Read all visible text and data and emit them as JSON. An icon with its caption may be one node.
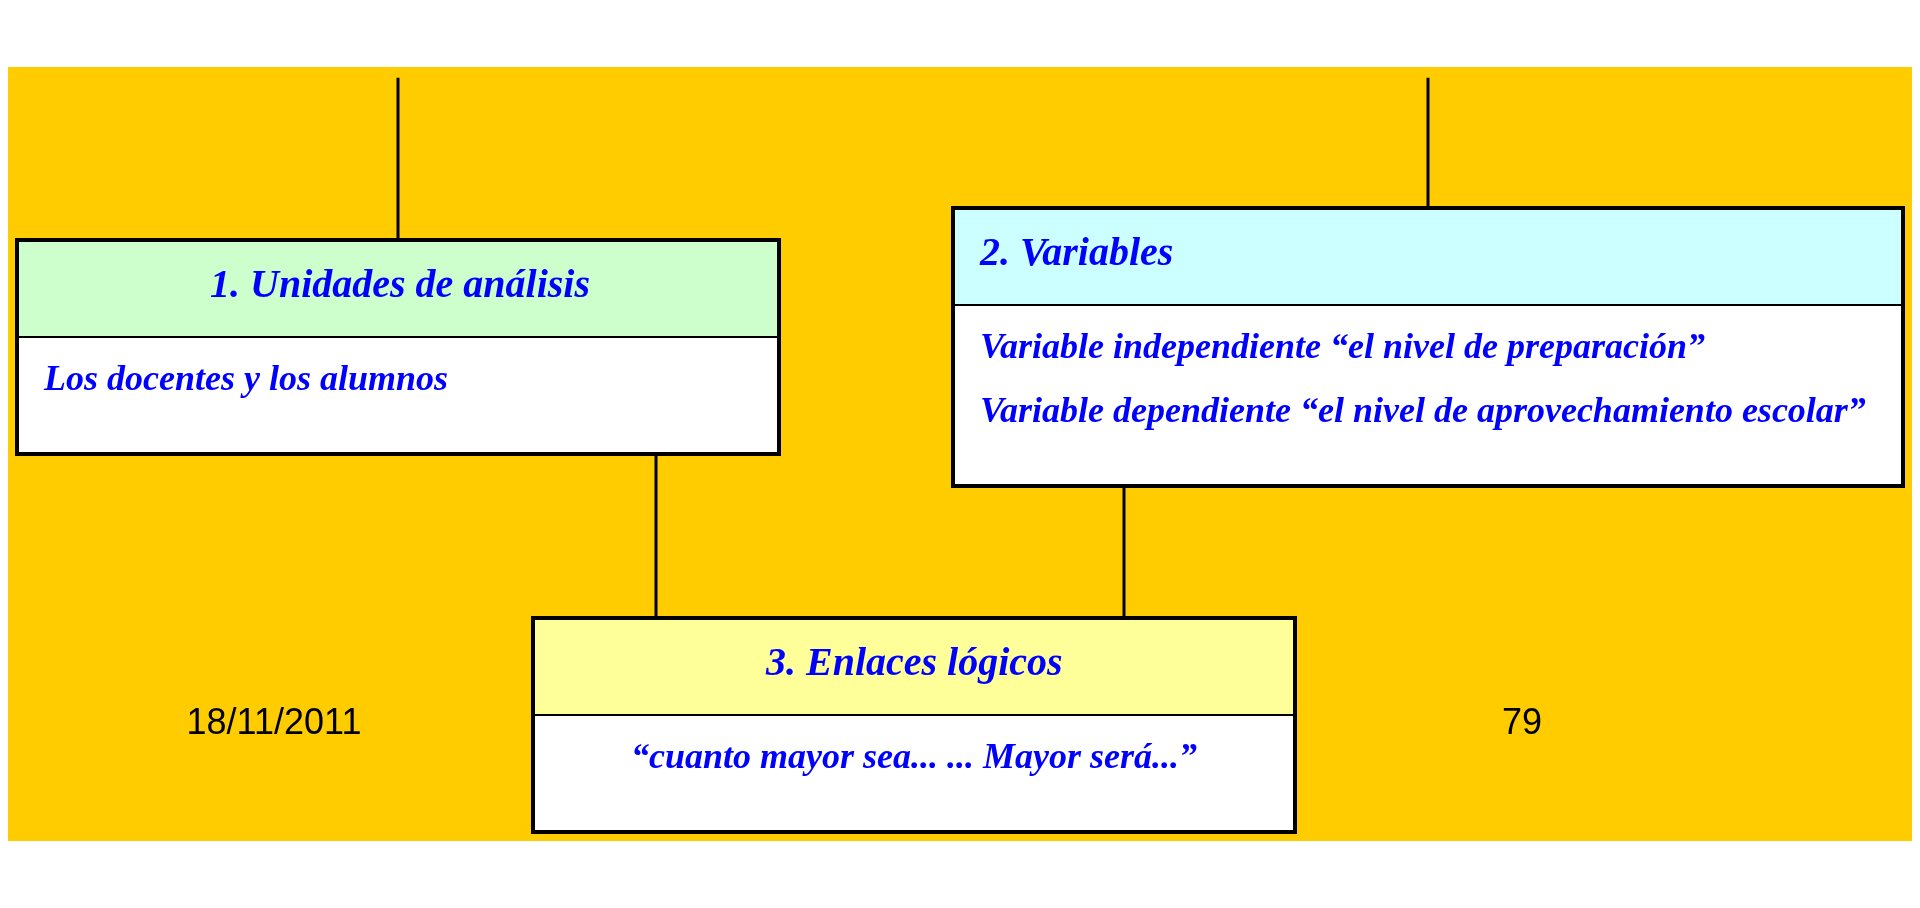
{
  "diagram": {
    "nodes": [
      {
        "text": [
          "1. Unidades de análisis",
          "Los docentes y los alumnos"
        ]
      },
      {
        "text": [
          "2. Variables",
          "Variable independiente “el nivel de preparación”",
          "Variable dependiente “el nivel de aprovechamiento escolar”"
        ]
      },
      {
        "text": [
          "3. Enlaces lógicos",
          "“cuanto mayor sea... ... Mayor será...”"
        ]
      }
    ],
    "edges": [
      {
        "from": null,
        "to": 0,
        "arrow": "none"
      },
      {
        "from": null,
        "to": 1,
        "arrow": "none"
      },
      {
        "from": 0,
        "to": 2,
        "arrow": "none"
      },
      {
        "from": 1,
        "to": 2,
        "arrow": "none"
      }
    ],
    "labels": [
      "18/11/2011",
      "79"
    ]
  }
}
